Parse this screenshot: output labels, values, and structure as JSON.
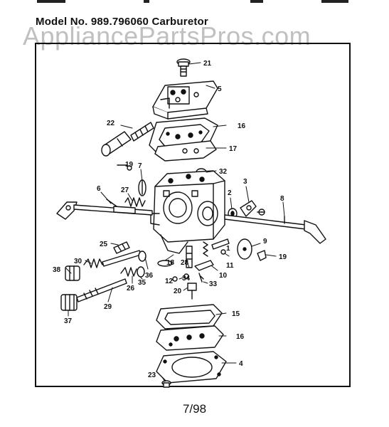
{
  "title": "Model No. 989.796060 Carburetor",
  "watermark": "AppliancePartsPros.com",
  "footer": "7/98",
  "part_labels": [
    {
      "id": "p21",
      "text": "21"
    },
    {
      "id": "p5",
      "text": "5"
    },
    {
      "id": "p22",
      "text": "22"
    },
    {
      "id": "p16a",
      "text": "16"
    },
    {
      "id": "p17",
      "text": "17"
    },
    {
      "id": "p19a",
      "text": "19"
    },
    {
      "id": "p7",
      "text": "7"
    },
    {
      "id": "p32",
      "text": "32"
    },
    {
      "id": "p6",
      "text": "6"
    },
    {
      "id": "p27",
      "text": "27"
    },
    {
      "id": "p2",
      "text": "2"
    },
    {
      "id": "p3",
      "text": "3"
    },
    {
      "id": "p8",
      "text": "8"
    },
    {
      "id": "p25",
      "text": "25"
    },
    {
      "id": "p9",
      "text": "9"
    },
    {
      "id": "p1",
      "text": "1"
    },
    {
      "id": "p19b",
      "text": "19"
    },
    {
      "id": "p18",
      "text": "18"
    },
    {
      "id": "p28",
      "text": "28"
    },
    {
      "id": "p11",
      "text": "11"
    },
    {
      "id": "p30",
      "text": "30"
    },
    {
      "id": "p36",
      "text": "36"
    },
    {
      "id": "p38",
      "text": "38"
    },
    {
      "id": "p12",
      "text": "12"
    },
    {
      "id": "p34",
      "text": "34"
    },
    {
      "id": "p10",
      "text": "10"
    },
    {
      "id": "p35",
      "text": "35"
    },
    {
      "id": "p26",
      "text": "26"
    },
    {
      "id": "p33",
      "text": "33"
    },
    {
      "id": "p20",
      "text": "20"
    },
    {
      "id": "p29",
      "text": "29"
    },
    {
      "id": "p15",
      "text": "15"
    },
    {
      "id": "p37",
      "text": "37"
    },
    {
      "id": "p16b",
      "text": "16"
    },
    {
      "id": "p4",
      "text": "4"
    },
    {
      "id": "p23",
      "text": "23"
    }
  ]
}
